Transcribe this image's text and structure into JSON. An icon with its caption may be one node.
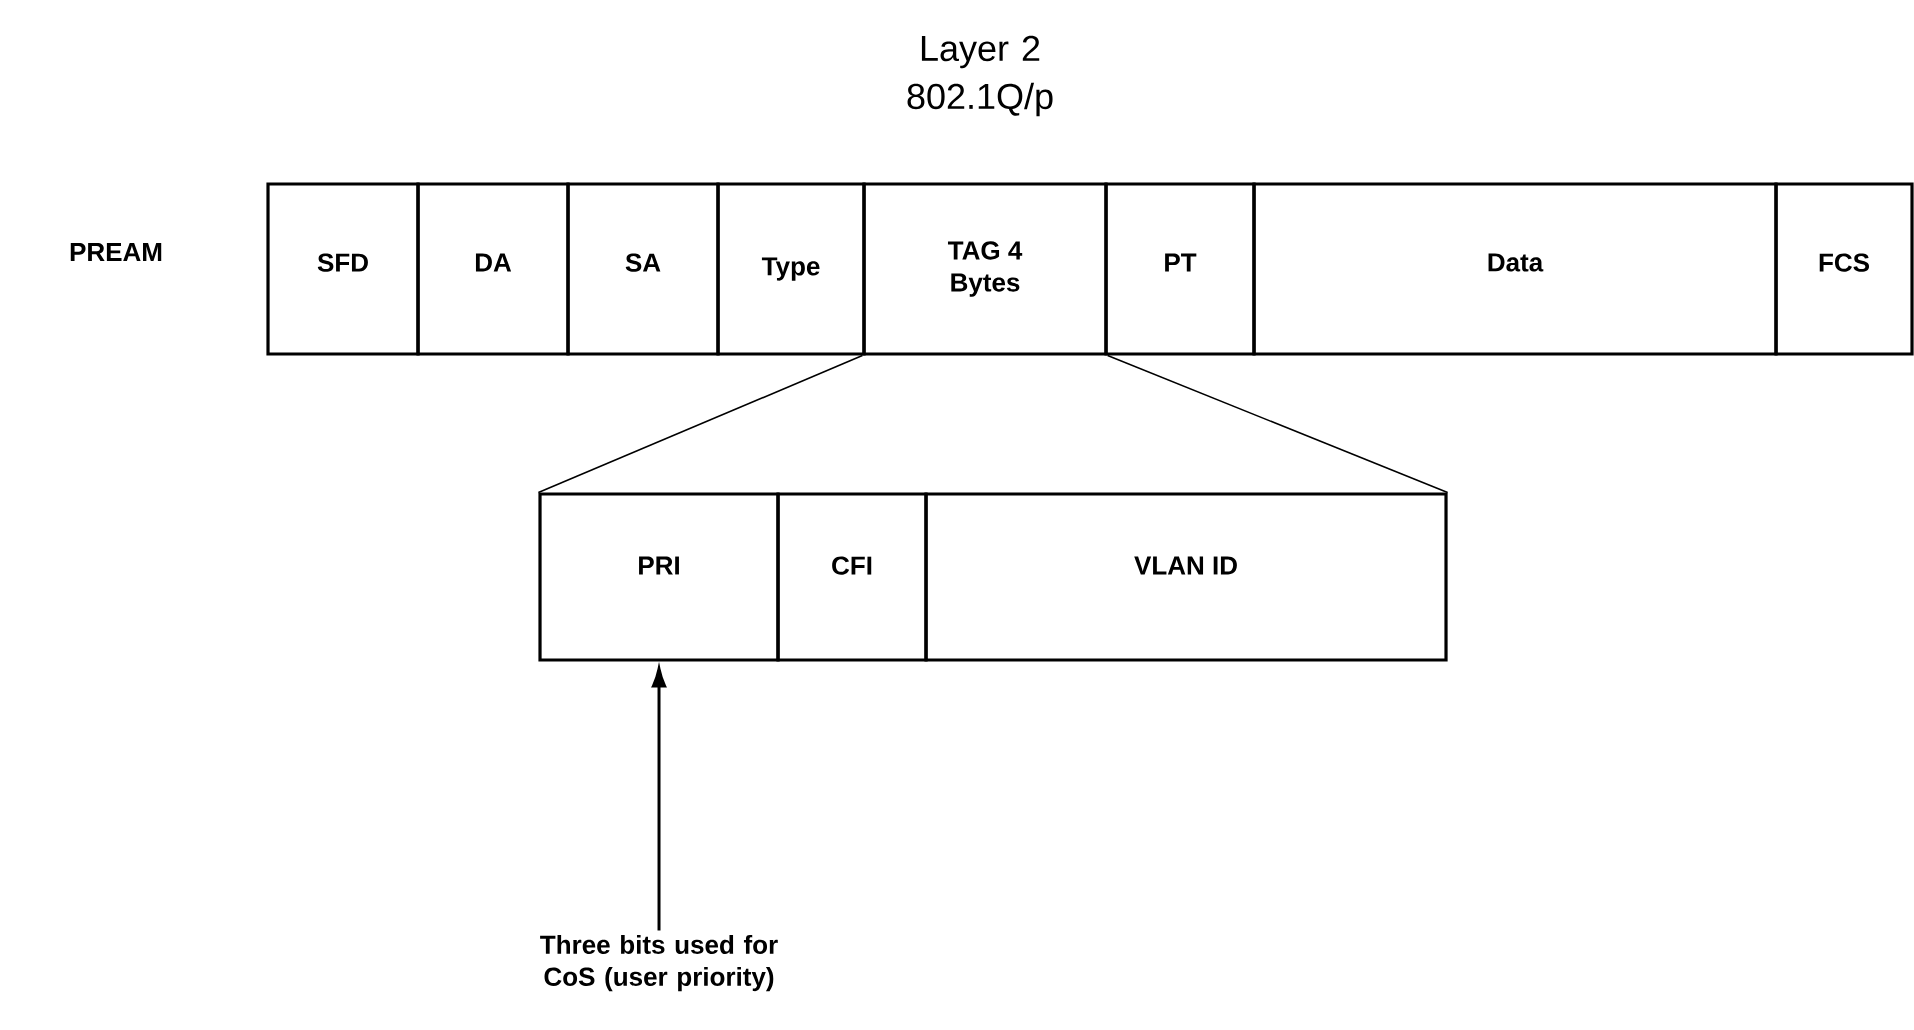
{
  "diagram": {
    "title": "Layer 2 802.1Q/p",
    "nodes": [
      {
        "text": [
          "SFD"
        ]
      },
      {
        "text": [
          "DA"
        ]
      },
      {
        "text": [
          "SA"
        ]
      },
      {
        "text": [
          "Type"
        ]
      },
      {
        "text": [
          "TAG 4 Bytes"
        ]
      },
      {
        "text": [
          "PT"
        ]
      },
      {
        "text": [
          "Data"
        ]
      },
      {
        "text": [
          "FCS"
        ]
      },
      {
        "text": [
          "PRI"
        ]
      },
      {
        "text": [
          "CFI"
        ]
      },
      {
        "text": [
          "VLAN ID"
        ]
      },
      {
        "text": [
          "Three bits used for CoS (user priority)"
        ]
      }
    ],
    "edges": [
      {
        "from": 4,
        "to": 8,
        "arrow": "none"
      },
      {
        "from": 4,
        "to": 10,
        "arrow": "none"
      },
      {
        "from": 11,
        "to": 8,
        "arrow": "to"
      }
    ],
    "labels": [
      "PREAM"
    ]
  }
}
